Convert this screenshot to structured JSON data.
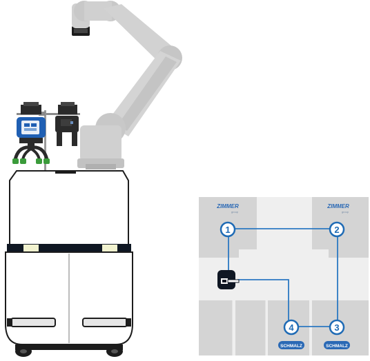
{
  "colors": {
    "robot_arm": "#d0d0d0",
    "robot_arm_shade": "#b9b9b9",
    "robot_body": "#ffffff",
    "robot_outline": "#1c1c1c",
    "robot_stripe": "#0f1723",
    "indicator_light": "#f1f2cf",
    "gripper_blue": "#1f5fb3",
    "gripper_green": "#3a9b3a",
    "layout_bg": "#efefef",
    "layout_box": "#d4d4d4",
    "path_line": "#2b78c2",
    "node_fill": "#ffffff",
    "node_stroke": "#1f6bb5",
    "schmalz_blue": "#2a69b5"
  },
  "layout": {
    "stations": [
      {
        "id": "1",
        "label": "1",
        "vendor": "ZIMMER",
        "vendor_sub": "group"
      },
      {
        "id": "2",
        "label": "2",
        "vendor": "ZIMMER",
        "vendor_sub": "group"
      },
      {
        "id": "3",
        "label": "3",
        "vendor": "SCHMALZ"
      },
      {
        "id": "4",
        "label": "4",
        "vendor": "SCHMALZ"
      }
    ],
    "robot_icon": "mobile-robot-top-view-icon"
  },
  "illustration": {
    "robot": "mobile-manipulator-robot-icon",
    "gripper_left": "vacuum-gripper-icon",
    "gripper_right": "parallel-gripper-icon"
  }
}
